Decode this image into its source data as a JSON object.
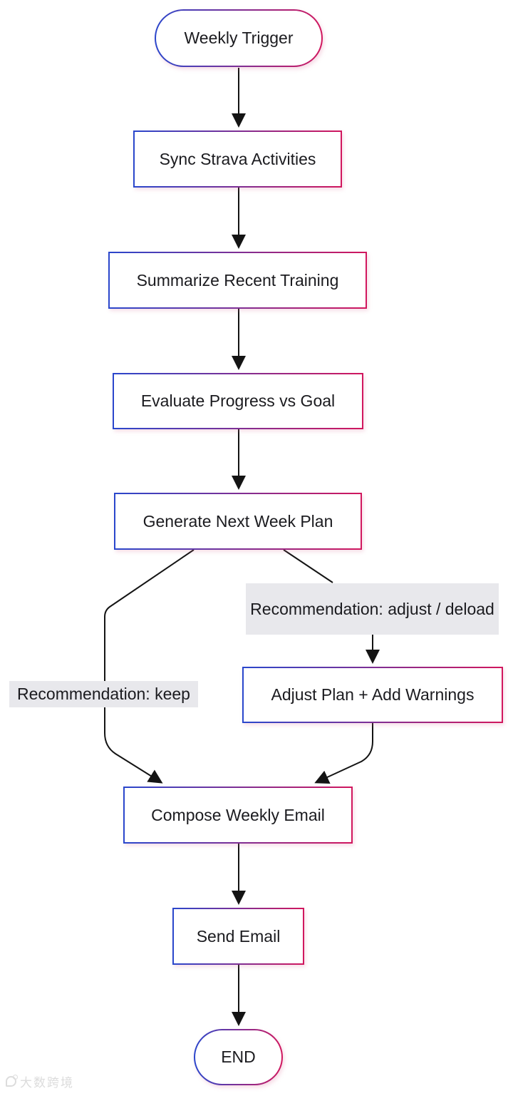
{
  "diagram": {
    "nodes": {
      "start": "Weekly Trigger",
      "sync": "Sync Strava Activities",
      "summarize": "Summarize Recent Training",
      "evaluate": "Evaluate Progress vs Goal",
      "generate": "Generate Next Week Plan",
      "adjust": "Adjust Plan + Add Warnings",
      "compose": "Compose Weekly Email",
      "send": "Send Email",
      "end": "END"
    },
    "edge_labels": {
      "keep": "Recommendation: keep",
      "adjust_deload": "Recommendation: adjust / deload"
    },
    "colors": {
      "gradient_left": "#2a47cc",
      "gradient_right": "#d1175e",
      "edge_line": "#141414",
      "edge_label_bg": "#e8e8ec",
      "node_bg": "#ffffff",
      "text": "#1b1b1f"
    }
  },
  "watermark": {
    "text": "大数跨境"
  }
}
